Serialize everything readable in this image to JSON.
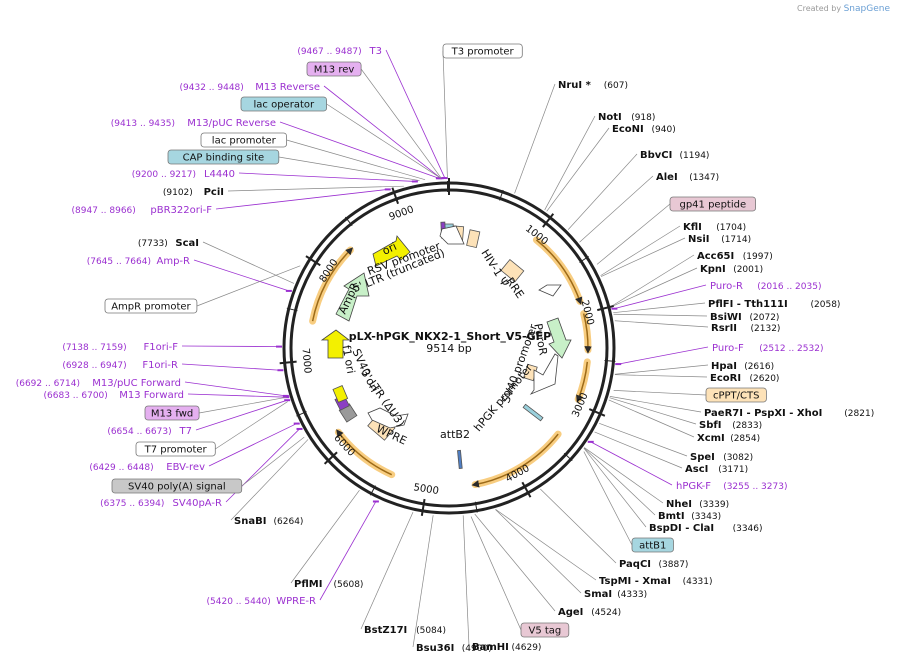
{
  "credit": {
    "prefix": "Created by",
    "brand": "SnapGene"
  },
  "map": {
    "name": "pLX-hPGK_NKX2-1_Short_V5-GFP",
    "size_label": "9514 bp",
    "length": 9514
  },
  "ticks": [
    "1000",
    "2000",
    "3000",
    "4000",
    "5000",
    "6000",
    "7000",
    "8000",
    "9000"
  ],
  "features": [
    {
      "label": "RSV promoter"
    },
    {
      "label": "5' LTR (truncated)"
    },
    {
      "label": "HIV-1 Ψ"
    },
    {
      "label": "RRE"
    },
    {
      "label": "PuroR"
    },
    {
      "label": "SV40 promoter"
    },
    {
      "label": "hPGK promoter"
    },
    {
      "label": "attB2"
    },
    {
      "label": "WPRE"
    },
    {
      "label": "3' LTR (ΔU3)"
    },
    {
      "label": "SV40 ori"
    },
    {
      "label": "f1 ori"
    },
    {
      "label": "AmpR"
    },
    {
      "label": "ori"
    }
  ],
  "sites": [
    {
      "name": "NruI *",
      "pos": "(607)"
    },
    {
      "name": "NotI",
      "pos": "(918)"
    },
    {
      "name": "EcoNI",
      "pos": "(940)"
    },
    {
      "name": "BbvCI",
      "pos": "(1194)"
    },
    {
      "name": "AleI",
      "pos": "(1347)"
    },
    {
      "name": "KflI",
      "pos": "(1704)"
    },
    {
      "name": "NsiI",
      "pos": "(1714)"
    },
    {
      "name": "Acc65I",
      "pos": "(1997)"
    },
    {
      "name": "KpnI",
      "pos": "(2001)"
    },
    {
      "name": "PflFI - Tth111I",
      "pos": "(2058)"
    },
    {
      "name": "BsiWI",
      "pos": "(2072)"
    },
    {
      "name": "RsrII",
      "pos": "(2132)"
    },
    {
      "name": "HpaI",
      "pos": "(2616)"
    },
    {
      "name": "EcoRI",
      "pos": "(2620)"
    },
    {
      "name": "PaeR7I - PspXI - XhoI",
      "pos": "(2821)"
    },
    {
      "name": "SbfI",
      "pos": "(2833)"
    },
    {
      "name": "XcmI",
      "pos": "(2854)"
    },
    {
      "name": "SpeI",
      "pos": "(3082)"
    },
    {
      "name": "AscI",
      "pos": "(3171)"
    },
    {
      "name": "NheI",
      "pos": "(3339)"
    },
    {
      "name": "BmtI",
      "pos": "(3343)"
    },
    {
      "name": "BspDI - ClaI",
      "pos": "(3346)"
    },
    {
      "name": "PaqCI",
      "pos": "(3887)"
    },
    {
      "name": "TspMI - XmaI",
      "pos": "(4331)"
    },
    {
      "name": "SmaI",
      "pos": "(4333)"
    },
    {
      "name": "AgeI",
      "pos": "(4524)"
    },
    {
      "name": "BamHI",
      "pos": "(4629)"
    },
    {
      "name": "Bsu36I",
      "pos": "(4900)"
    },
    {
      "name": "BstZ17I",
      "pos": "(5084)"
    },
    {
      "name": "PflMI",
      "pos": "(5608)"
    },
    {
      "name": "SnaBI",
      "pos": "(6264)"
    },
    {
      "name": "ScaI",
      "pos": "(7733)"
    },
    {
      "name": "PciI",
      "pos": "(9102)"
    }
  ],
  "primers": [
    {
      "name": "T3",
      "pos": "(9467 .. 9487)"
    },
    {
      "name": "M13 Reverse",
      "pos": "(9432 .. 9448)"
    },
    {
      "name": "M13/pUC Reverse",
      "pos": "(9413 .. 9435)"
    },
    {
      "name": "L4440",
      "pos": "(9200 .. 9217)"
    },
    {
      "name": "pBR322ori-F",
      "pos": "(8947 .. 8966)"
    },
    {
      "name": "Amp-R",
      "pos": "(7645 .. 7664)"
    },
    {
      "name": "F1ori-F",
      "pos": "(7138 .. 7159)"
    },
    {
      "name": "F1ori-R",
      "pos": "(6928 .. 6947)"
    },
    {
      "name": "M13/pUC Forward",
      "pos": "(6692 .. 6714)"
    },
    {
      "name": "M13 Forward",
      "pos": "(6683 .. 6700)"
    },
    {
      "name": "T7",
      "pos": "(6654 .. 6673)"
    },
    {
      "name": "EBV-rev",
      "pos": "(6429 .. 6448)"
    },
    {
      "name": "SV40pA-R",
      "pos": "(6375 .. 6394)"
    },
    {
      "name": "WPRE-R",
      "pos": "(5420 .. 5440)"
    },
    {
      "name": "Puro-R",
      "pos": "(2016 .. 2035)"
    },
    {
      "name": "Puro-F",
      "pos": "(2512 .. 2532)"
    },
    {
      "name": "hPGK-F",
      "pos": "(3255 .. 3273)"
    }
  ],
  "boxes": [
    {
      "label": "T3 promoter",
      "color": "#ffffff"
    },
    {
      "label": "M13 rev",
      "color": "#e5b0f0"
    },
    {
      "label": "lac operator",
      "color": "#a6d6e0"
    },
    {
      "label": "lac promoter",
      "color": "#ffffff"
    },
    {
      "label": "CAP binding site",
      "color": "#a6d6e0"
    },
    {
      "label": "AmpR promoter",
      "color": "#ffffff"
    },
    {
      "label": "M13 fwd",
      "color": "#e5b0f0"
    },
    {
      "label": "T7 promoter",
      "color": "#ffffff"
    },
    {
      "label": "SV40 poly(A) signal",
      "color": "#c8c8c8"
    },
    {
      "label": "gp41 peptide",
      "color": "#e8c8d4"
    },
    {
      "label": "cPPT/CTS",
      "color": "#fde2b8"
    },
    {
      "label": "attB1",
      "color": "#a6d6e0"
    },
    {
      "label": "V5 tag",
      "color": "#e8c8d4"
    }
  ]
}
